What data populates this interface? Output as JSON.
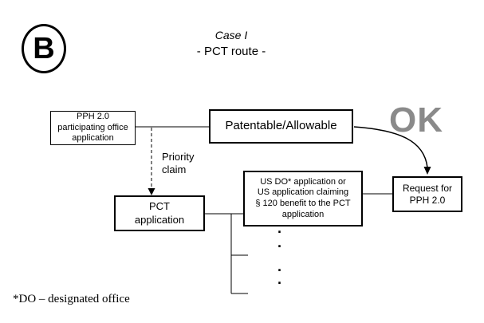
{
  "badge": {
    "letter": "B"
  },
  "header": {
    "title": "Case I",
    "subtitle": "- PCT route -"
  },
  "nodes": {
    "pph_office": "PPH 2.0\nparticipating office\napplication",
    "patentable": "Patentable/Allowable",
    "pct": "PCT\napplication",
    "us_do": "US DO* application or\nUS application claiming\n§ 120 benefit to the PCT\napplication",
    "request": "Request for\nPPH 2.0"
  },
  "labels": {
    "ok": "OK",
    "priority": "Priority\nclaim",
    "dots": [
      "·",
      "·",
      "·",
      "·"
    ],
    "footnote": "*DO – designated office"
  },
  "colors": {
    "ok_gray": "#8a8a8a",
    "line": "#000000"
  }
}
